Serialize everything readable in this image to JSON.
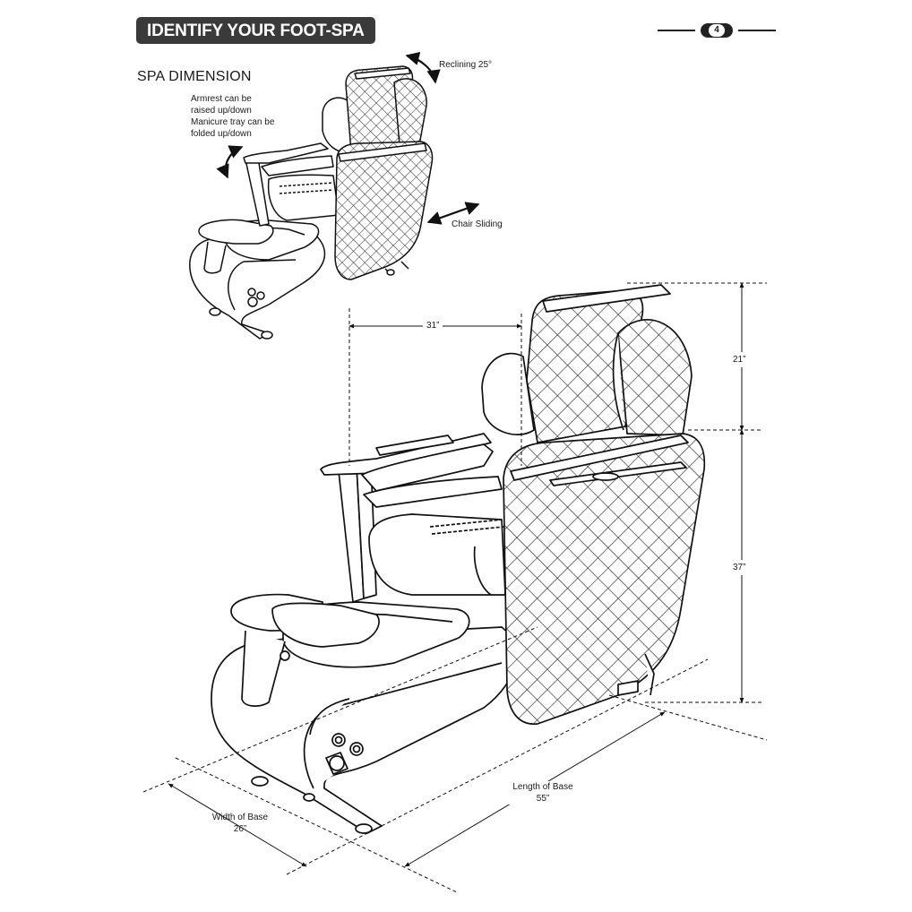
{
  "header": {
    "title": "IDENTIFY YOUR FOOT-SPA",
    "page_number": "4"
  },
  "section": {
    "title": "SPA DIMENSION"
  },
  "callouts": {
    "armrest_line1": "Armrest can be",
    "armrest_line2": "raised up/down",
    "tray_line1": "Manicure tray can be",
    "tray_line2": "folded up/down",
    "reclining": "Reclining 25°",
    "sliding": "Chair Sliding"
  },
  "dimensions": {
    "depth": "31”",
    "back_height": "21”",
    "seat_height": "37”",
    "length_label": "Length of Base",
    "length_value": "55”",
    "width_label": "Width of Base",
    "width_value": "26”"
  }
}
